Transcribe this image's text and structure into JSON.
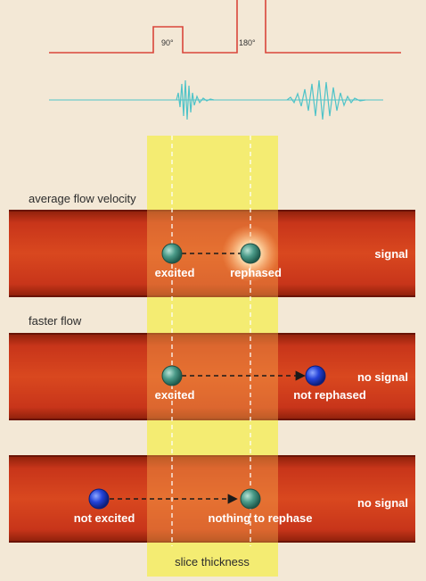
{
  "pulse": {
    "label_90": "90°",
    "label_180": "180°"
  },
  "labels": {
    "average_flow": "average flow velocity",
    "faster_flow": "faster flow",
    "slice_thickness": "slice thickness"
  },
  "rows": [
    {
      "left_label": "excited",
      "right_label": "rephased",
      "signal": "signal"
    },
    {
      "left_label": "excited",
      "right_label": "not rephased",
      "signal": "no signal"
    },
    {
      "left_label": "not excited",
      "right_label": "nothing to rephase",
      "signal": "no signal"
    }
  ],
  "colors": {
    "background": "#f3e8d6",
    "pulse_line": "#d9453a",
    "echo": "#4fc3c8",
    "slice": "#f4ec72",
    "vessel": "#c93a16",
    "vessel_edge": "#7a1a08",
    "spin_green": "#3f8f7f",
    "spin_blue": "#1f3fd6"
  }
}
